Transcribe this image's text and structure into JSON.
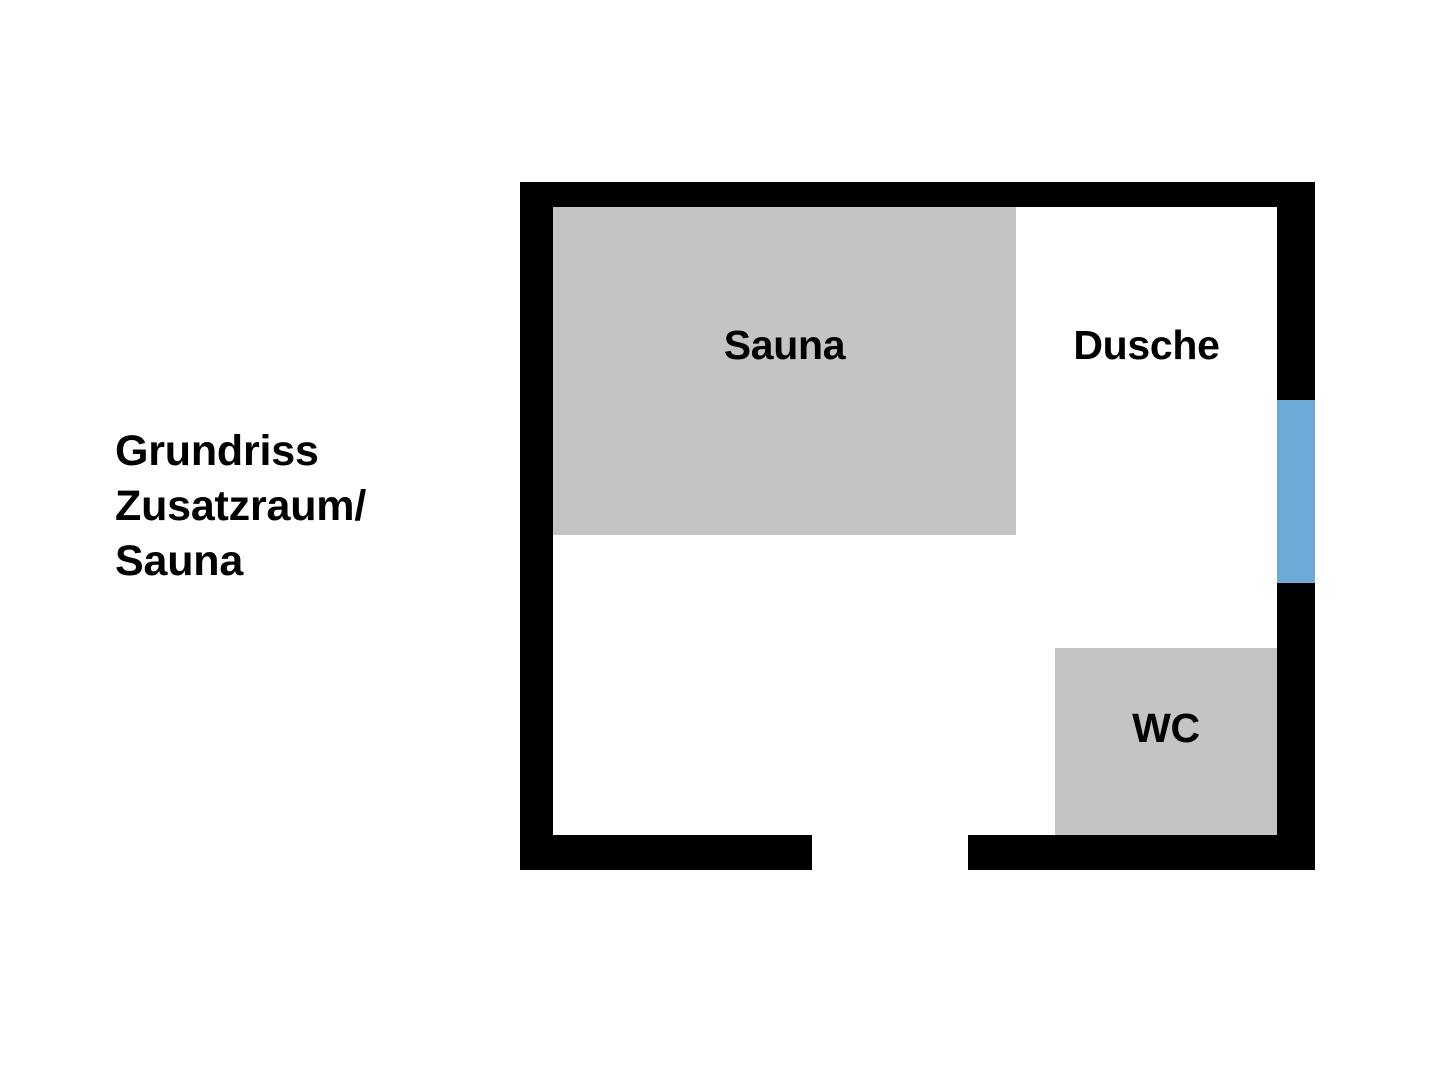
{
  "page": {
    "background_color": "#FFFFFF"
  },
  "title": {
    "text": "Grundriss\nZusatzraum/\nSauna",
    "color": "#000000"
  },
  "floorplan": {
    "wall_color": "#000000",
    "room_fill_color": "#C4C4C4",
    "interior_color": "#FFFFFF",
    "window_color": "#6CABD6",
    "rooms": [
      {
        "id": "sauna",
        "label": "Sauna",
        "fill": "shaded"
      },
      {
        "id": "dusche",
        "label": "Dusche",
        "fill": "open"
      },
      {
        "id": "wc",
        "label": "WC",
        "fill": "shaded"
      }
    ],
    "openings": [
      {
        "id": "window-right-wall",
        "type": "window",
        "wall": "right"
      },
      {
        "id": "door-bottom-wall",
        "type": "door-opening",
        "wall": "bottom"
      }
    ]
  }
}
